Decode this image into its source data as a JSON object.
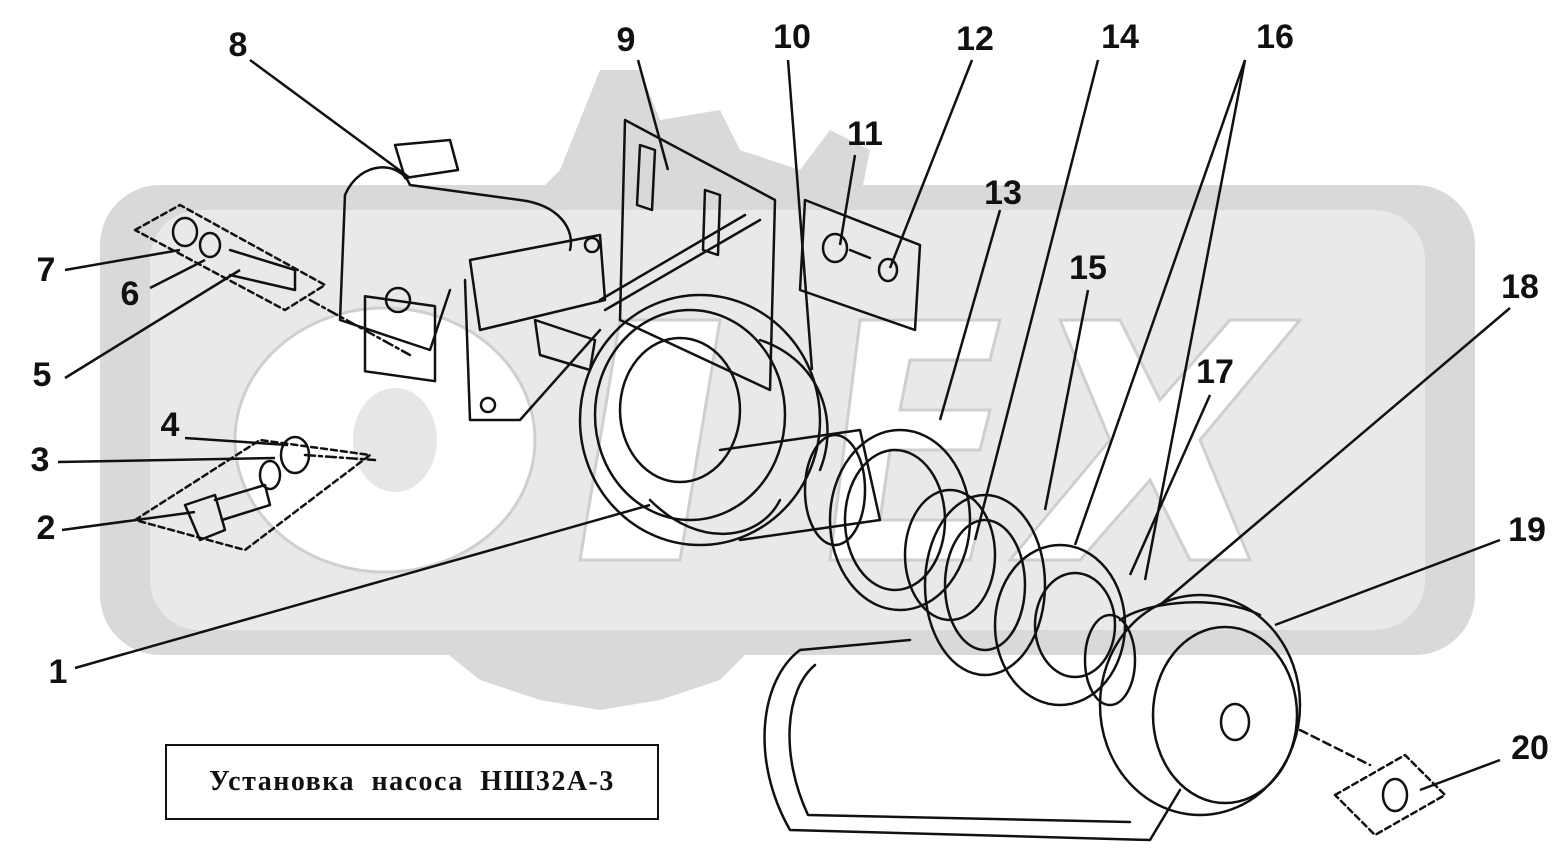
{
  "title": "Установка насоса НШ32А-3",
  "colors": {
    "ink": "#111111",
    "watermark": "#d9d9d9",
    "watermark_inner": "#e6e6e6",
    "paper": "#ffffff"
  },
  "callouts": [
    "1",
    "2",
    "3",
    "4",
    "5",
    "6",
    "7",
    "8",
    "9",
    "10",
    "11",
    "12",
    "13",
    "14",
    "15",
    "16",
    "17",
    "18",
    "19",
    "20"
  ]
}
